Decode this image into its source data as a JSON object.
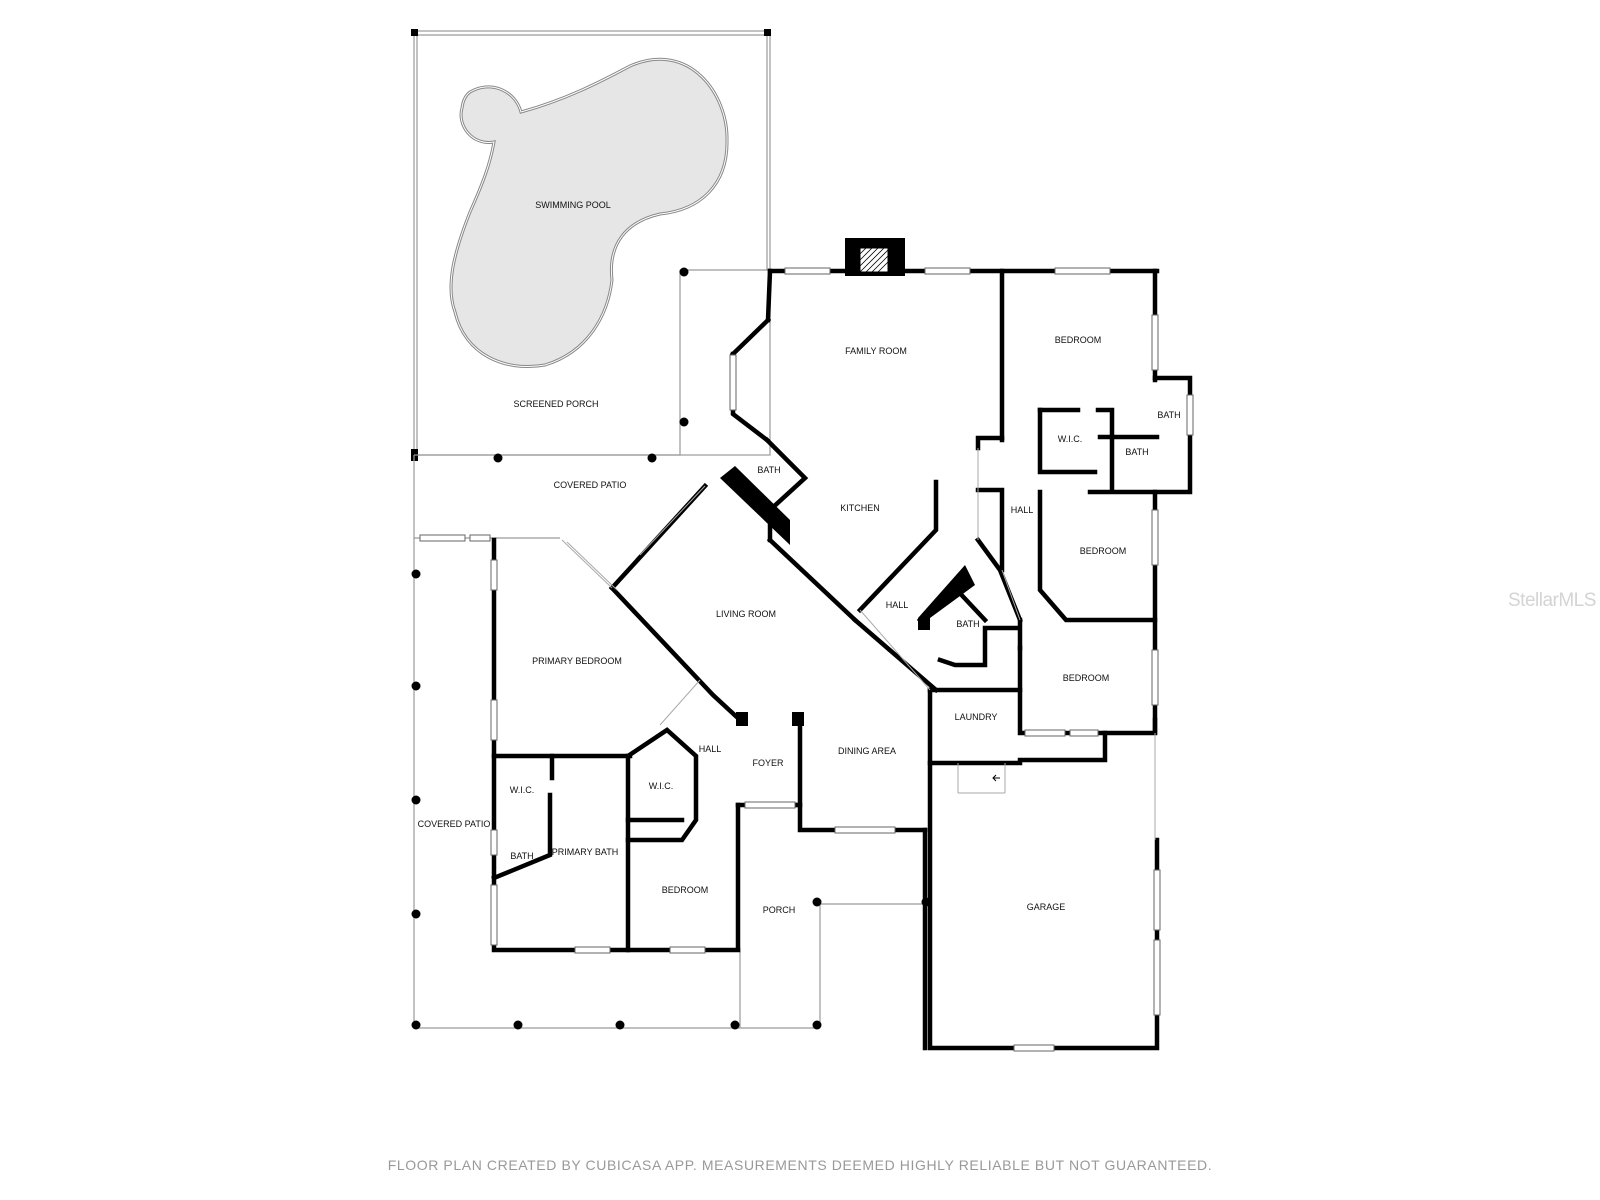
{
  "rooms": {
    "swimming_pool": "SWIMMING POOL",
    "screened_porch": "SCREENED PORCH",
    "covered_patio_top": "COVERED PATIO",
    "family_room": "FAMILY ROOM",
    "kitchen": "KITCHEN",
    "bath_center": "BATH",
    "living_room": "LIVING ROOM",
    "primary_bedroom": "PRIMARY BEDROOM",
    "hall_left": "HALL",
    "foyer": "FOYER",
    "dining_area": "DINING AREA",
    "wic_left": "W.I.C.",
    "wic_mid": "W.I.C.",
    "bath_small": "BATH",
    "primary_bath": "PRIMARY BATH",
    "bedroom_lower": "BEDROOM",
    "porch": "PORCH",
    "covered_patio_side": "COVERED PATIO",
    "garage": "GARAGE",
    "laundry": "LAUNDRY",
    "hall_mid": "HALL",
    "bath_mid": "BATH",
    "hall_right": "HALL",
    "bedroom_top_right": "BEDROOM",
    "wic_right": "W.I.C.",
    "bath_right_small": "BATH",
    "bath_right": "BATH",
    "bedroom_right": "BEDROOM",
    "bedroom_right_lower": "BEDROOM"
  },
  "footer": {
    "disclaimer": "FLOOR PLAN CREATED BY CUBICASA APP. MEASUREMENTS DEEMED HIGHLY RELIABLE BUT NOT GUARANTEED."
  },
  "watermark": "StellarMLS",
  "colors": {
    "wall": "#000000",
    "pool_fill": "#e6e6e6",
    "thin_line": "#9a9a9a",
    "text": "#111111",
    "disclaimer": "#999999"
  }
}
